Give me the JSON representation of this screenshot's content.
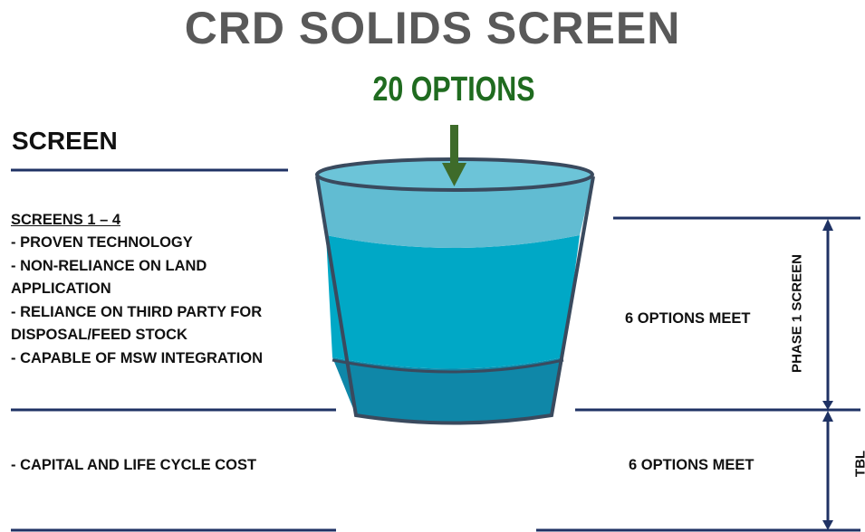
{
  "title": "CRD SOLIDS SCREEN",
  "options_in": "20 OPTIONS",
  "screen_heading": "SCREEN",
  "phase1": {
    "label": "SCREENS 1 – 4",
    "criteria": [
      "- PROVEN TECHNOLOGY",
      "- NON-RELIANCE ON LAND APPLICATION",
      "- RELIANCE ON THIRD PARTY FOR DISPOSAL/FEED STOCK",
      "- CAPABLE OF MSW INTEGRATION"
    ],
    "result": "6 OPTIONS MEET",
    "side_label": "PHASE 1 SCREEN"
  },
  "tbl": {
    "criteria": "- CAPITAL AND LIFE CYCLE COST",
    "result": "6 OPTIONS MEET",
    "side_label": "TBL"
  },
  "colors": {
    "title": "#595959",
    "options": "#1f6b1f",
    "rule_lines": "#1f3264",
    "cup_top": "#61bcd2",
    "cup_mid": "#00a8c6",
    "cup_bottom": "#0f87a8"
  }
}
